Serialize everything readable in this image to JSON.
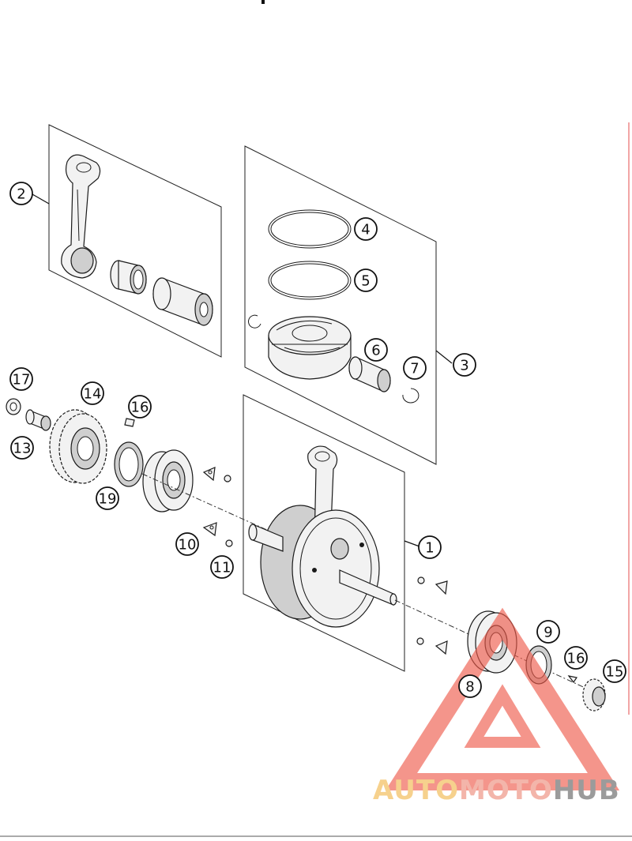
{
  "callouts": [
    "1",
    "2",
    "3",
    "4",
    "5",
    "6",
    "7",
    "8",
    "9",
    "10",
    "11",
    "13",
    "14",
    "15",
    "16",
    "16",
    "17",
    "19"
  ],
  "watermark": {
    "part1": "AUTO",
    "part2": "MOTO",
    "part3": "HUB",
    "color1": "#f5c97a",
    "color2": "#f2a99c",
    "color3": "#8a8a8a",
    "triangle_color": "#ee5a4a"
  },
  "colors": {
    "line": "#1a1a1a",
    "background": "#ffffff"
  }
}
